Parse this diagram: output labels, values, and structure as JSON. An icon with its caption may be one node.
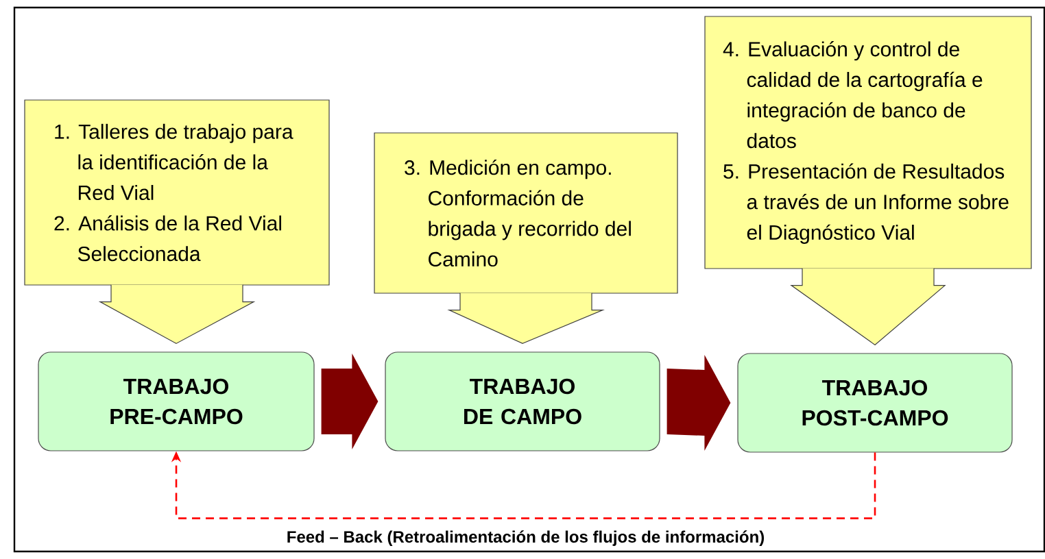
{
  "diagram": {
    "nodes": [
      {
        "text": [
          "1. Talleres de trabajo para la identificación de la Red Vial",
          "2. Análisis de la Red Vial Seleccionada"
        ]
      },
      {
        "text": [
          "3. Medición en campo. Conformación de brigada y recorrido del Camino"
        ]
      },
      {
        "text": [
          "4. Evaluación y control de calidad de la cartografía e integración de banco de datos",
          "5. Presentación de Resultados a través de un Informe sobre el Diagnóstico Vial"
        ]
      },
      {
        "text": [
          "TRABAJO PRE-CAMPO"
        ]
      },
      {
        "text": [
          "TRABAJO DE CAMPO"
        ]
      },
      {
        "text": [
          "TRABAJO POST-CAMPO"
        ]
      }
    ],
    "edges": [
      {
        "from": 0,
        "to": 3,
        "arrow": "to"
      },
      {
        "from": 1,
        "to": 4,
        "arrow": "to"
      },
      {
        "from": 2,
        "to": 5,
        "arrow": "to"
      },
      {
        "from": 3,
        "to": 4,
        "arrow": "to"
      },
      {
        "from": 4,
        "to": 5,
        "arrow": "to"
      },
      {
        "from": 5,
        "to": 3,
        "arrow": "to",
        "style": "dashed",
        "color": "#ff0000",
        "label": "Feed – Back (Retroalimentación de los flujos de información)"
      }
    ]
  }
}
